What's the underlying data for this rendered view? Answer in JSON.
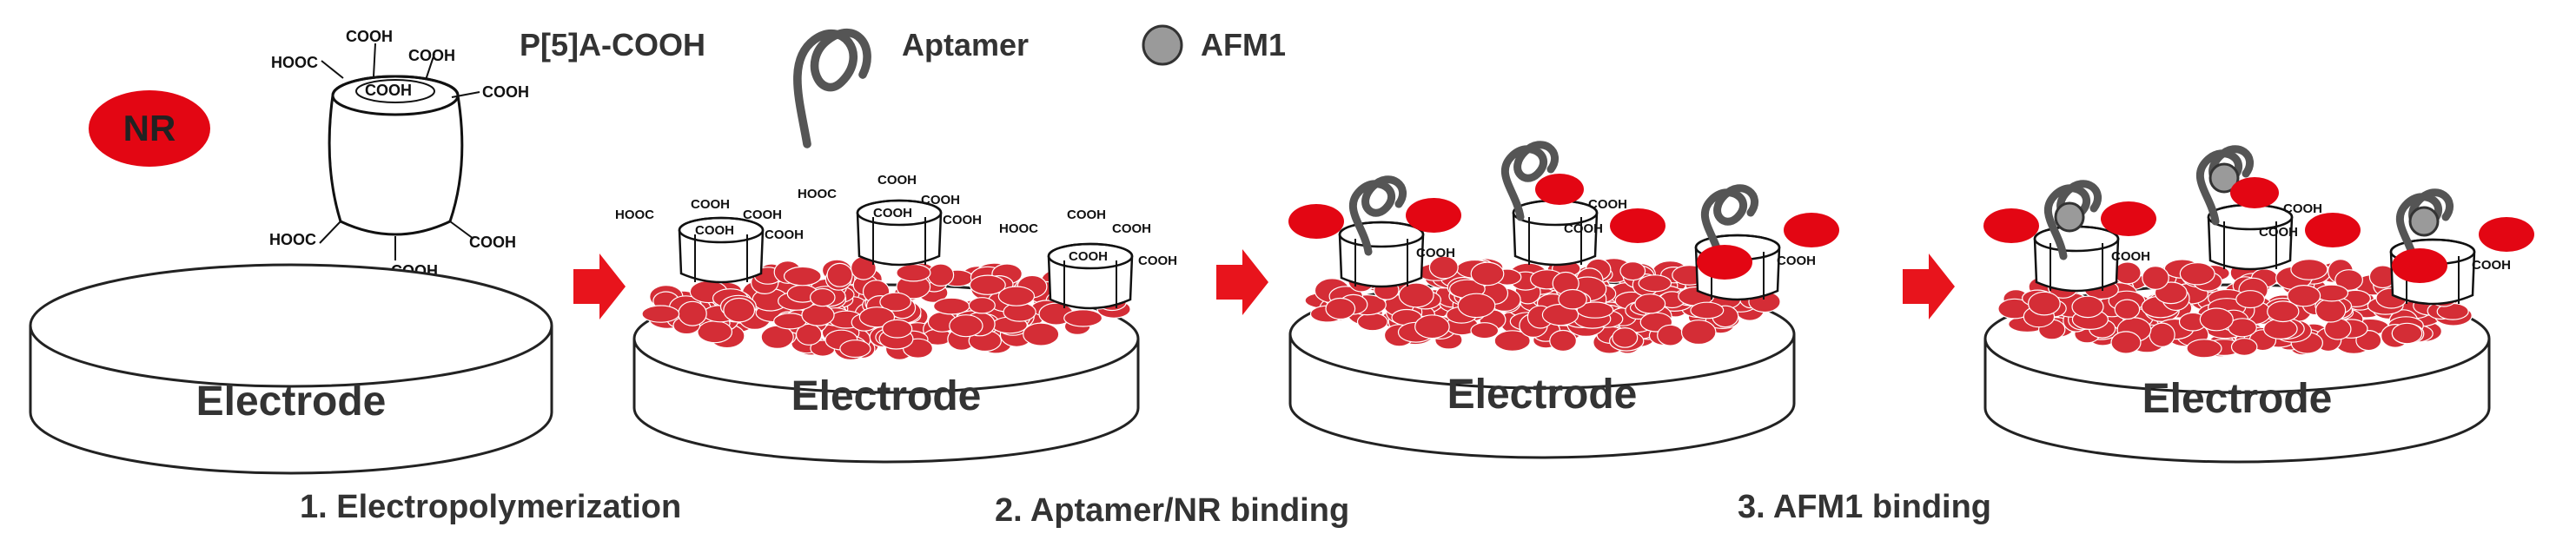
{
  "legend": {
    "nr_label": "NR",
    "monomer_label": "P[5]A-COOH",
    "aptamer_label": "Aptamer",
    "afm1_label": "AFM1"
  },
  "chem": {
    "cooh": "COOH",
    "hooc": "HOOC"
  },
  "electrode_label": "Electrode",
  "steps": [
    "1. Electropolymerization",
    "2. Aptamer/NR binding",
    "3. AFM1 binding"
  ],
  "colors": {
    "nr_red": "#e30613",
    "film_red": "#d42d36",
    "aptamer_gray": "#555555",
    "afm1_gray": "#9a9a9a",
    "arrow_red": "#e8141c"
  }
}
